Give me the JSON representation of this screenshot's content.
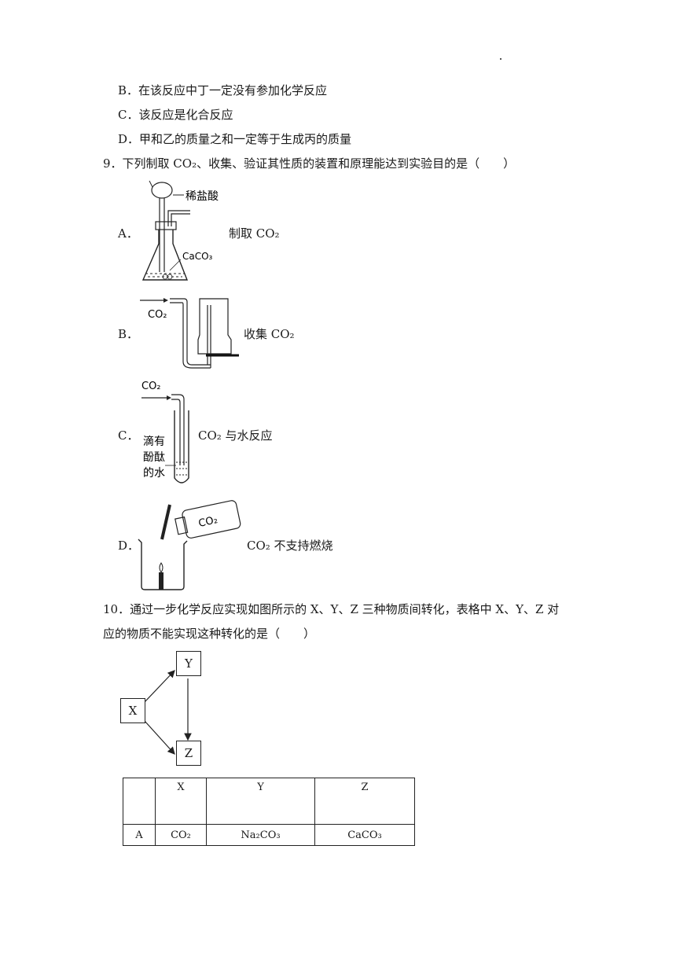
{
  "q8": {
    "option_b": "B．在该反应中丁一定没有参加化学反应",
    "option_c": "C．该反应是化合反应",
    "option_d": "D．甲和乙的质量之和一定等于生成丙的质量"
  },
  "q9": {
    "stem": "9．下列制取 CO₂、收集、验证其性质的装置和原理能达到实验目的是（　　）",
    "options": [
      {
        "letter": "A．",
        "caption": "制取 CO₂",
        "fig_labels": [
          "稀盐酸",
          "CaCO₃"
        ]
      },
      {
        "letter": "B．",
        "caption": "收集 CO₂",
        "fig_labels": [
          "CO₂"
        ]
      },
      {
        "letter": "C．",
        "caption": "CO₂ 与水反应",
        "fig_labels": [
          "CO₂",
          "滴有",
          "酚酞",
          "的水"
        ]
      },
      {
        "letter": "D．",
        "caption": "CO₂ 不支持燃烧",
        "fig_labels": [
          "CO₂"
        ]
      }
    ]
  },
  "q10": {
    "stem_line1": "10．通过一步化学反应实现如图所示的 X、Y、Z 三种物质间转化，表格中 X、Y、Z 对",
    "stem_line2": "应的物质不能实现这种转化的是（　　）",
    "diagram": {
      "x": "X",
      "y": "Y",
      "z": "Z"
    },
    "table": {
      "headers": [
        "",
        "X",
        "Y",
        "Z"
      ],
      "rows": [
        {
          "label": "A",
          "x": "CO₂",
          "y": "Na₂CO₃",
          "z": "CaCO₃"
        }
      ]
    }
  }
}
